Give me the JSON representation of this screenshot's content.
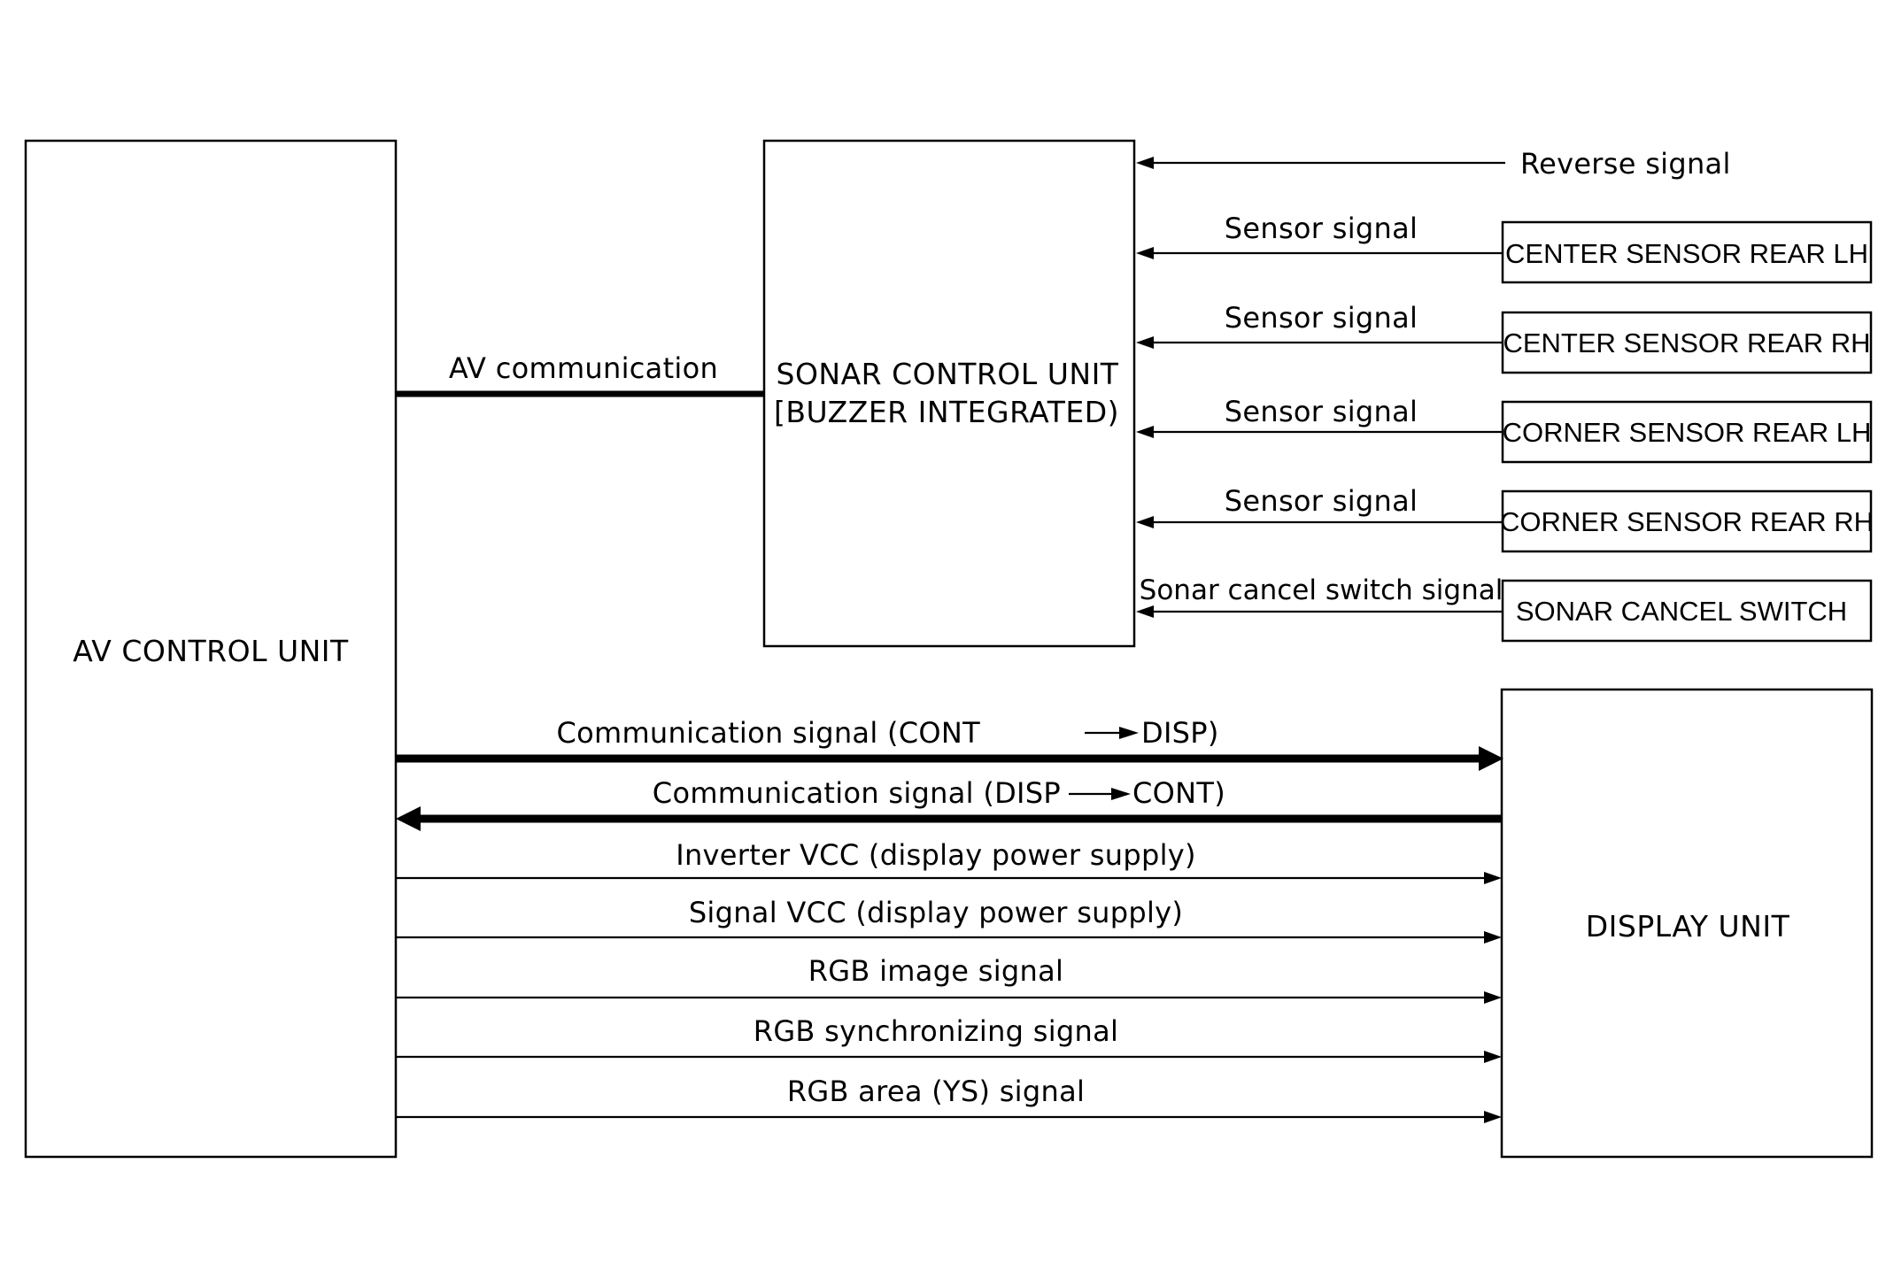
{
  "blocks": {
    "av_control_unit": "AV CONTROL UNIT",
    "sonar_control_unit_line1": "SONAR CONTROL UNIT",
    "sonar_control_unit_line2": "[BUZZER INTEGRATED)",
    "display_unit": "DISPLAY UNIT",
    "center_sensor_rear_lh": "CENTER SENSOR REAR LH",
    "center_sensor_rear_rh": "CENTER SENSOR REAR RH",
    "corner_sensor_rear_lh": "CORNER SENSOR REAR LH",
    "corner_sensor_rear_rh": "CORNER SENSOR REAR RH",
    "sonar_cancel_switch": "SONAR CANCEL SWITCH"
  },
  "signals": {
    "reverse": "Reverse signal",
    "sensor_1": "Sensor signal",
    "sensor_2": "Sensor signal",
    "sensor_3": "Sensor signal",
    "sensor_4": "Sensor signal",
    "sonar_cancel": "Sonar cancel switch signal",
    "av_communication": "AV communication",
    "comm_cont_to_disp_a": "Communication signal  (CONT",
    "comm_cont_to_disp_b": "DISP)",
    "comm_disp_to_cont_a": "Communication signal (DISP",
    "comm_disp_to_cont_b": "CONT)",
    "inverter_vcc": "Inverter VCC (display power supply)",
    "signal_vcc": "Signal VCC (display power supply)",
    "rgb_image": "RGB image signal",
    "rgb_sync": "RGB synchronizing signal",
    "rgb_area": "RGB area (YS) signal"
  }
}
